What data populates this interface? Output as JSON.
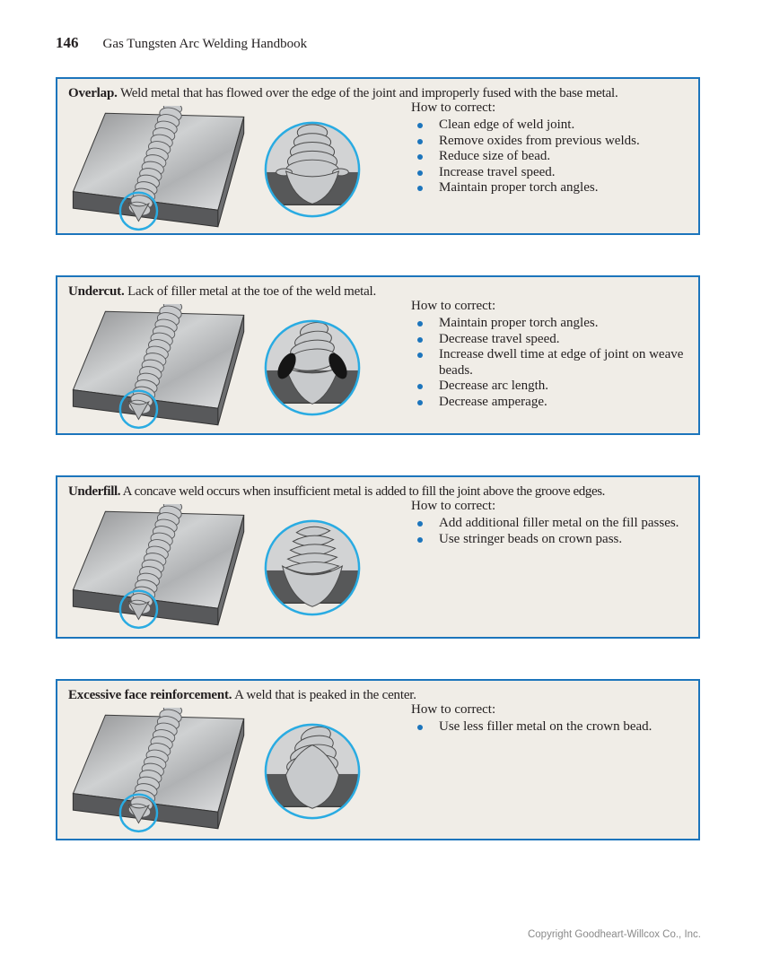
{
  "page": {
    "number": "146",
    "book_title": "Gas Tungsten Arc Welding Handbook",
    "footer": "Copyright Goodheart-Willcox Co., Inc."
  },
  "labels": {
    "how_to_correct": "How to correct:"
  },
  "colors": {
    "panel_border": "#1c75bc",
    "panel_background": "#f0ede7",
    "bullet": "#1c75bc",
    "highlight_ring": "#29abe2"
  },
  "panels": [
    {
      "term": "Overlap.",
      "description": "Weld metal that has flowed over the edge of the joint and improperly fused with the base metal.",
      "bullets": [
        "Clean edge of weld joint.",
        "Remove oxides from previous welds.",
        "Reduce size of bead.",
        "Increase travel speed.",
        "Maintain proper torch angles."
      ]
    },
    {
      "term": "Undercut.",
      "description": "Lack of filler metal at the toe of the weld metal.",
      "bullets": [
        "Maintain proper torch angles.",
        "Decrease travel speed.",
        "Increase dwell time at edge of joint on weave beads.",
        "Decrease arc length.",
        "Decrease amperage."
      ]
    },
    {
      "term": "Underfill.",
      "description": "A concave weld occurs when insufficient metal is added to fill the joint above the groove edges.",
      "bullets": [
        "Add additional filler metal on the fill passes.",
        "Use stringer beads on crown pass."
      ]
    },
    {
      "term": "Excessive face reinforcement.",
      "description": "A weld that is peaked in the center.",
      "bullets": [
        "Use less filler metal on the crown bead."
      ]
    }
  ]
}
